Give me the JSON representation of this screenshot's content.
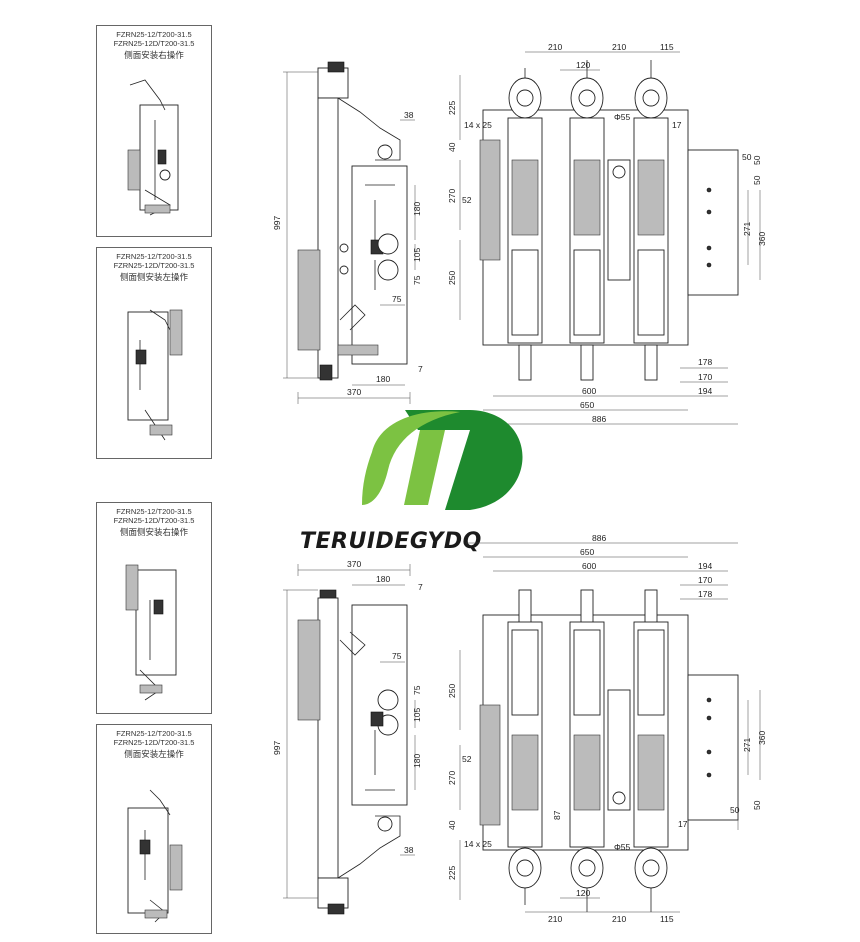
{
  "thumbnails": [
    {
      "line1": "FZRN25-12/T200-31.5",
      "line2": "FZRN25-12D/T200-31.5",
      "line3": "侧面安装右操作"
    },
    {
      "line1": "FZRN25-12/T200-31.5",
      "line2": "FZRN25-12D/T200-31.5",
      "line3": "侧面侧安装左操作"
    },
    {
      "line1": "FZRN25-12/T200-31.5",
      "line2": "FZRN25-12D/T200-31.5",
      "line3": "侧面侧安装右操作"
    },
    {
      "line1": "FZRN25-12/T200-31.5",
      "line2": "FZRN25-12D/T200-31.5",
      "line3": "侧面安装左操作"
    }
  ],
  "logo": {
    "text": "TERUIDEGYDQ",
    "colors": {
      "green_dark": "#1e8a2e",
      "green_light": "#7cc242"
    }
  },
  "top": {
    "side": {
      "d997": "997",
      "d38": "38",
      "d180a": "180",
      "d105": "105",
      "d75a": "75",
      "d75b": "75",
      "d180b": "180",
      "d7": "7",
      "d370": "370"
    },
    "front": {
      "d210a": "210",
      "d210b": "210",
      "d115": "115",
      "d120": "120",
      "d225": "225",
      "d14x25": "14 x 25",
      "d55": "Φ55",
      "d17": "17",
      "d40": "40",
      "d270": "270",
      "d52": "52",
      "d250": "250",
      "d50a": "50",
      "d50b": "50",
      "d50c": "50",
      "d271": "271",
      "d360": "360",
      "d178": "178",
      "d170": "170",
      "d194": "194",
      "d600": "600",
      "d650": "650",
      "d886": "886"
    }
  },
  "bottom": {
    "side": {
      "d370": "370",
      "d180a": "180",
      "d7": "7",
      "d75a": "75",
      "d75b": "75",
      "d105": "105",
      "d180b": "180",
      "d997": "997",
      "d38": "38"
    },
    "front": {
      "d886": "886",
      "d650": "650",
      "d600": "600",
      "d194": "194",
      "d170": "170",
      "d178": "178",
      "d250": "250",
      "d271": "271",
      "d360": "360",
      "d52": "52",
      "d270": "270",
      "d87": "87",
      "d40": "40",
      "d50a": "50",
      "d50b": "50",
      "d17": "17",
      "d14x25": "14 x 25",
      "d55": "Φ55",
      "d225": "225",
      "d120": "120",
      "d210a": "210",
      "d210b": "210",
      "d115": "115"
    }
  }
}
